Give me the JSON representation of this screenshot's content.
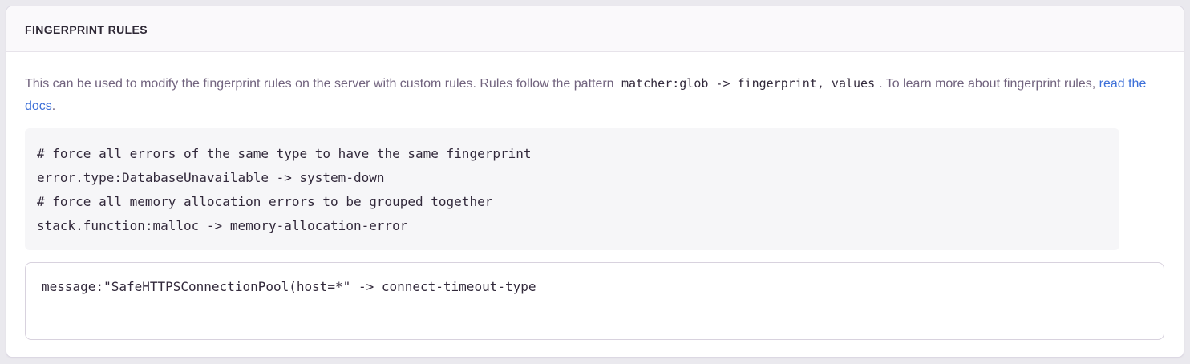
{
  "colors": {
    "page_background": "#eae9ee",
    "panel_background": "#ffffff",
    "panel_header_background": "#faf9fb",
    "heading_text": "#2f2936",
    "body_text": "#71637e",
    "code_text": "#32293b",
    "link": "#3c6fd8",
    "example_background": "#f6f6f8"
  },
  "panel": {
    "title": "FINGERPRINT RULES",
    "description": {
      "before_code": "This can be used to modify the fingerprint rules on the server with custom rules. Rules follow the pattern ",
      "inline_code": "matcher:glob -> fingerprint, values",
      "after_code": ". To learn more about fingerprint rules, ",
      "link_label": "read the docs",
      "after_link": "."
    },
    "example": {
      "lines": [
        "# force all errors of the same type to have the same fingerprint",
        "error.type:DatabaseUnavailable -> system-down",
        "# force all memory allocation errors to be grouped together",
        "stack.function:malloc -> memory-allocation-error"
      ]
    },
    "input": {
      "value": "message:\"SafeHTTPSConnectionPool(host=*\" -> connect-timeout-type"
    }
  }
}
